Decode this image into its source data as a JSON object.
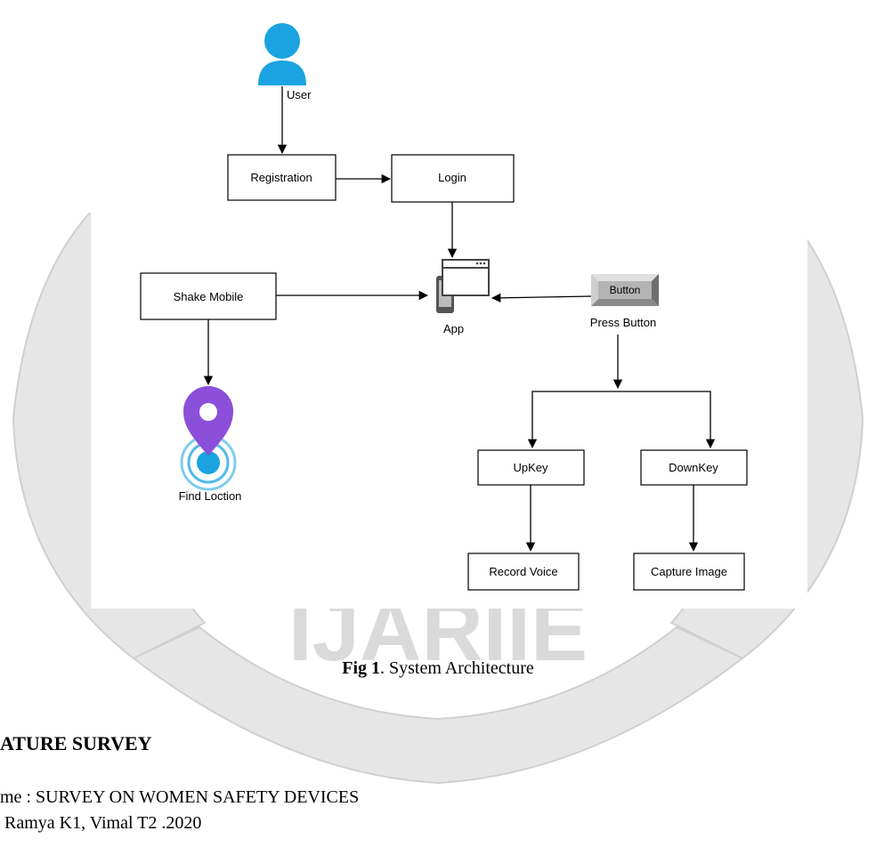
{
  "diagram": {
    "nodes": {
      "user": "User",
      "registration": "Registration",
      "login": "Login",
      "app": "App",
      "shake_mobile": "Shake Mobile",
      "button": "Button",
      "press_button": "Press Button",
      "find_location": "Find Loction",
      "upkey": "UpKey",
      "downkey": "DownKey",
      "record_voice": "Record Voice",
      "capture_image": "Capture Image"
    },
    "edges": [
      {
        "from": "user",
        "to": "registration"
      },
      {
        "from": "registration",
        "to": "login"
      },
      {
        "from": "login",
        "to": "app"
      },
      {
        "from": "shake_mobile",
        "to": "app"
      },
      {
        "from": "button",
        "to": "app"
      },
      {
        "from": "shake_mobile",
        "to": "find_location"
      },
      {
        "from": "press_button",
        "to": "upkey"
      },
      {
        "from": "press_button",
        "to": "downkey"
      },
      {
        "from": "upkey",
        "to": "record_voice"
      },
      {
        "from": "downkey",
        "to": "capture_image"
      }
    ],
    "colors": {
      "user_icon": "#1aa3e0",
      "location_pin": "#8b4fd9",
      "location_ring": "#1aa3e0",
      "button_bevel": "#8a8a8a"
    }
  },
  "watermark": {
    "text": "IJARIIE",
    "color": "#d9d9d9"
  },
  "caption": {
    "label": "Fig 1",
    "text": ". System Architecture"
  },
  "section_heading": "ATURE SURVEY",
  "body": {
    "line1": "me : SURVEY ON WOMEN SAFETY DEVICES",
    "line2": "Ramya K1, Vimal T2 .2020"
  }
}
